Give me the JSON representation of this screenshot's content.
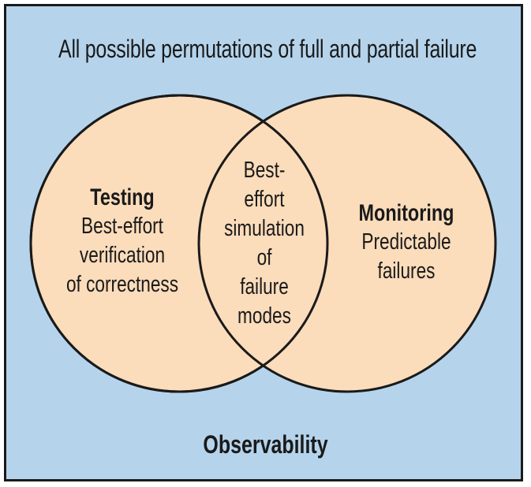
{
  "diagram": {
    "title": "All possible permutations of full and partial failure",
    "footer": "Observability",
    "colors": {
      "background": "#b5d4ec",
      "circle_fill": "#fbdcbb",
      "stroke": "#1a1a1a"
    },
    "left_circle": {
      "heading": "Testing",
      "lines": [
        "Best-effort",
        "verification",
        "of correctness"
      ]
    },
    "intersection": {
      "lines": [
        "Best-",
        "effort",
        "simulation",
        "of",
        "failure",
        "modes"
      ]
    },
    "right_circle": {
      "heading": "Monitoring",
      "lines": [
        "Predictable",
        "failures"
      ]
    }
  }
}
